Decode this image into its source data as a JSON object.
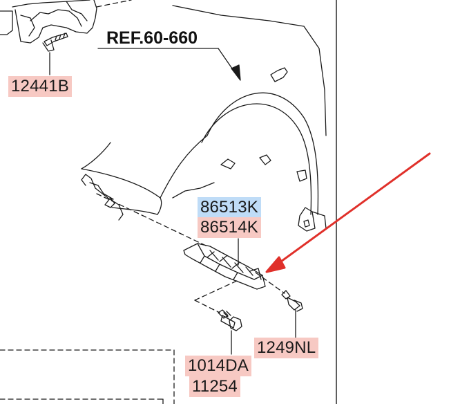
{
  "reference": {
    "text": "REF.60-660"
  },
  "part_numbers": {
    "bolt_top": "12441B",
    "bracket_lh": "86513K",
    "bracket_rh": "86514K",
    "screw_right": "1249NL",
    "bolt_main": "1014DA",
    "bolt_alt": "11254"
  },
  "colors": {
    "highlight_red": "#f7c9c3",
    "highlight_blue": "#bfdcf7",
    "arrow": "#e0302a",
    "line": "#1a1a1a"
  }
}
